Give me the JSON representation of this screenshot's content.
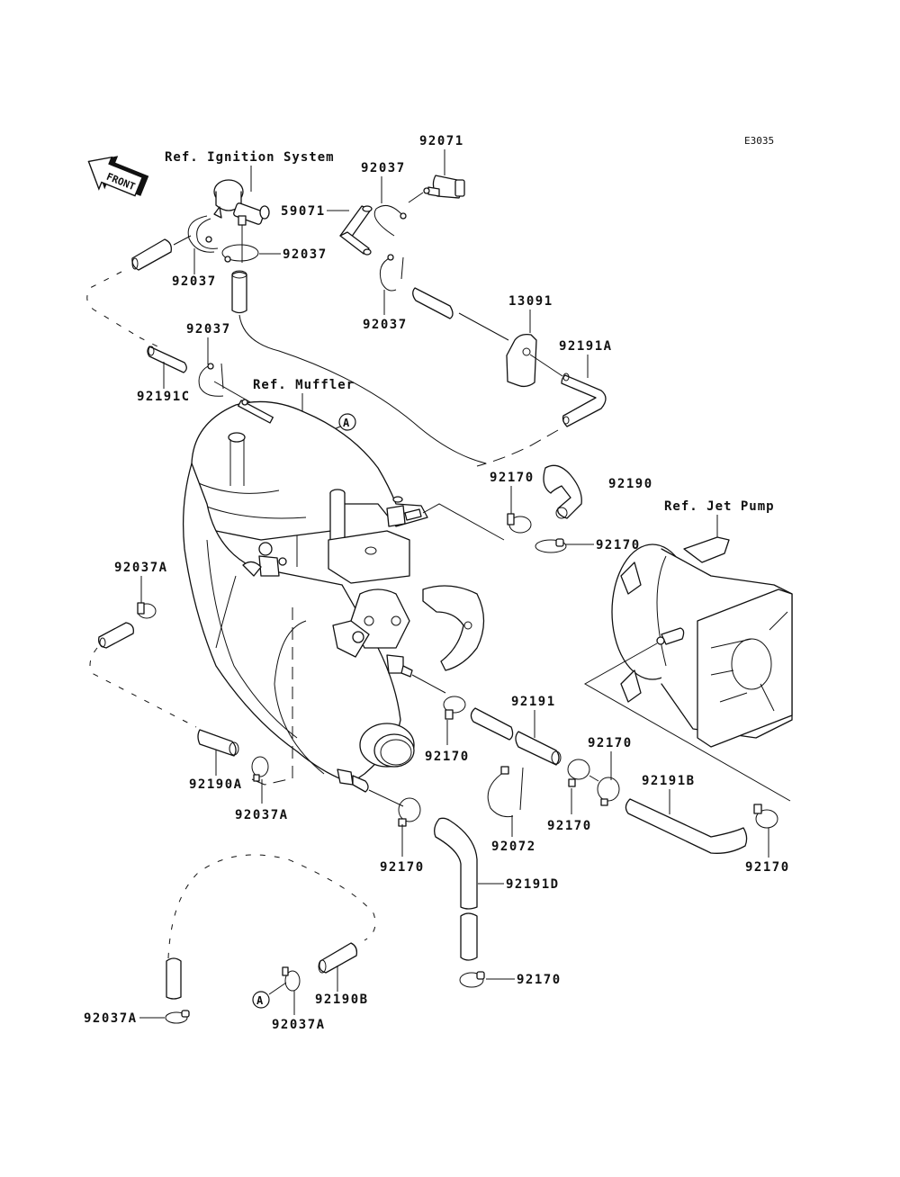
{
  "diagram": {
    "code": "E3035",
    "front_arrow_label": "FRONT",
    "references": {
      "ignition": "Ref. Ignition System",
      "muffler": "Ref. Muffler",
      "jet_pump": "Ref. Jet Pump"
    },
    "connector_marker": "A",
    "part_labels": {
      "p92071": "92071",
      "p92037_top_mid": "92037",
      "p59071": "59071",
      "p92037_ign_right": "92037",
      "p92037_left": "92037",
      "p92037_mid_lower": "92037",
      "p13091": "13091",
      "p92191A": "92191A",
      "p92037_upper_left": "92037",
      "p92191C": "92191C",
      "p92170_a": "92170",
      "p92190": "92190",
      "p92170_b": "92170",
      "p92037A_left": "92037A",
      "p92191": "92191",
      "p92170_c": "92170",
      "p92170_d": "92170",
      "p92190A": "92190A",
      "p92037A_mid": "92037A",
      "p92072": "92072",
      "p92170_e": "92170",
      "p92191B": "92191B",
      "p92170_f": "92170",
      "p92170_g": "92170",
      "p92191D": "92191D",
      "p92170_h": "92170",
      "p92037A_bottom_left": "92037A",
      "p92037A_bottom_mid": "92037A",
      "p92190B": "92190B"
    }
  }
}
